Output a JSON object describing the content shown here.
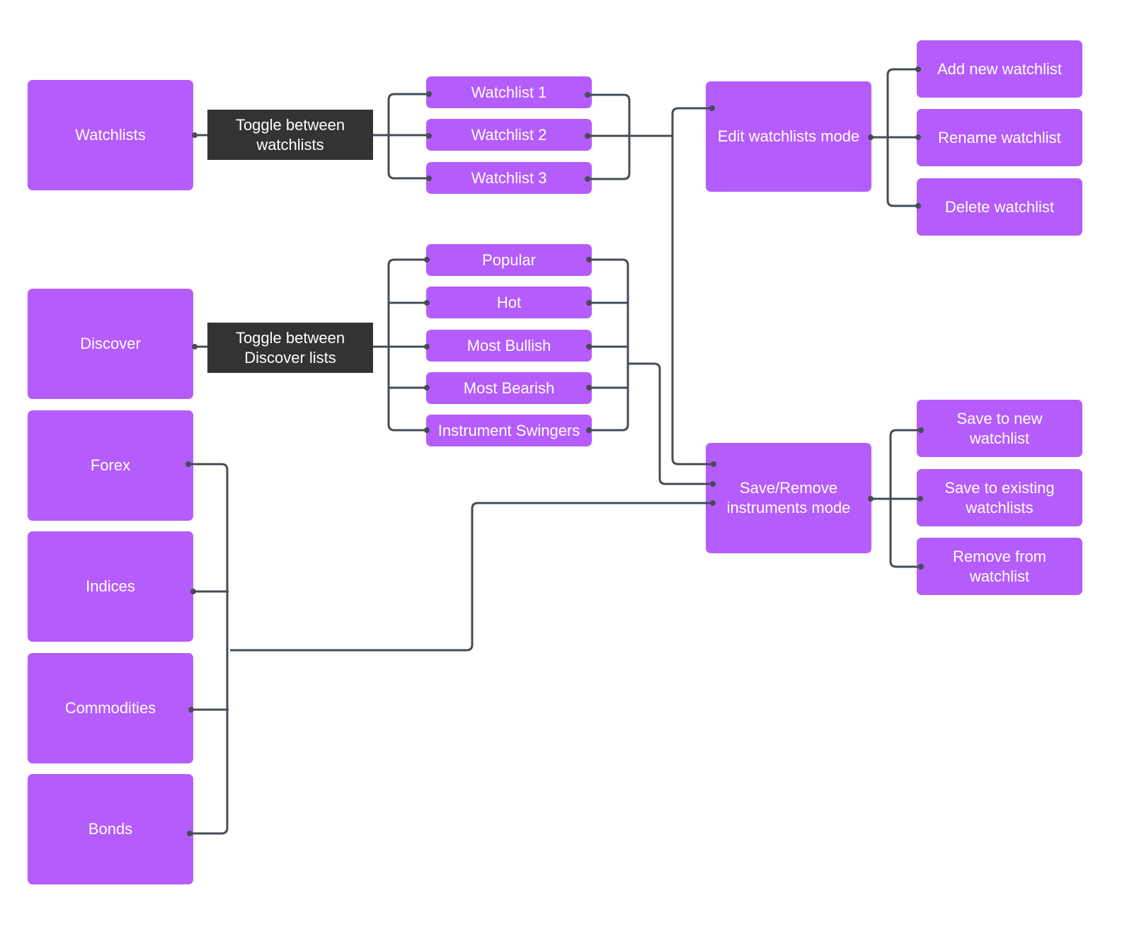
{
  "diagram": {
    "colors": {
      "node": "#b55cfc",
      "label_bg": "#333333",
      "connector": "#454c55",
      "text": "#ffffff"
    },
    "sections": {
      "watchlists": "Watchlists",
      "discover": "Discover",
      "forex": "Forex",
      "indices": "Indices",
      "commodities": "Commodities",
      "bonds": "Bonds"
    },
    "edge_labels": {
      "toggle_watchlists": "Toggle between watchlists",
      "toggle_discover": "Toggle between Discover lists"
    },
    "watchlist_items": [
      "Watchlist 1",
      "Watchlist 2",
      "Watchlist 3"
    ],
    "discover_items": [
      "Popular",
      "Hot",
      "Most Bullish",
      "Most Bearish",
      "Instrument Swingers"
    ],
    "modes": {
      "edit": "Edit watchlists mode",
      "save_remove": "Save/Remove instruments mode"
    },
    "edit_actions": [
      "Add new watchlist",
      "Rename watchlist",
      "Delete watchlist"
    ],
    "save_actions": [
      "Save to new watchlist",
      "Save to existing watchlists",
      "Remove from watchlist"
    ]
  }
}
